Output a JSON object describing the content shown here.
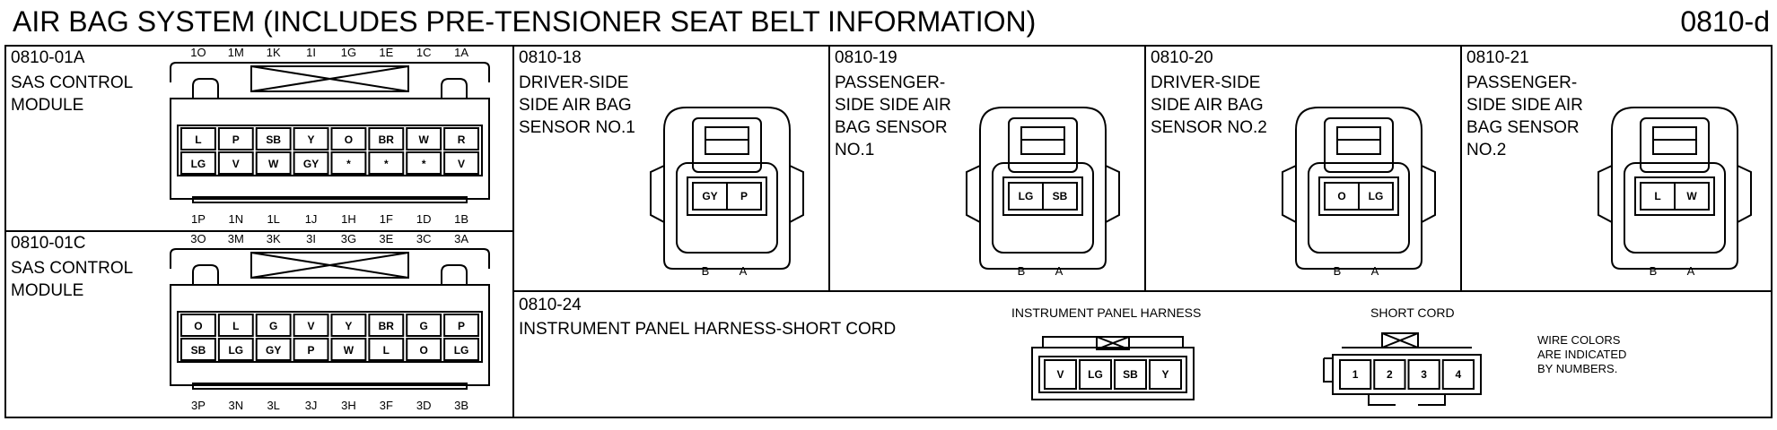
{
  "header": {
    "title": "AIR BAG SYSTEM (INCLUDES PRE-TENSIONER SEAT BELT INFORMATION)",
    "page_code": "0810-d"
  },
  "connectors": {
    "c01a": {
      "code": "0810-01A",
      "label": "SAS CONTROL\nMODULE",
      "top_pins": [
        "1O",
        "1M",
        "1K",
        "1I",
        "1G",
        "1E",
        "1C",
        "1A"
      ],
      "bottom_pins": [
        "1P",
        "1N",
        "1L",
        "1J",
        "1H",
        "1F",
        "1D",
        "1B"
      ],
      "row1": [
        "L",
        "P",
        "SB",
        "Y",
        "O",
        "BR",
        "W",
        "R"
      ],
      "row2": [
        "LG",
        "V",
        "W",
        "GY",
        "*",
        "*",
        "*",
        "V"
      ]
    },
    "c01c": {
      "code": "0810-01C",
      "label": "SAS CONTROL\nMODULE",
      "top_pins": [
        "3O",
        "3M",
        "3K",
        "3I",
        "3G",
        "3E",
        "3C",
        "3A"
      ],
      "bottom_pins": [
        "3P",
        "3N",
        "3L",
        "3J",
        "3H",
        "3F",
        "3D",
        "3B"
      ],
      "row1": [
        "O",
        "L",
        "G",
        "V",
        "Y",
        "BR",
        "G",
        "P"
      ],
      "row2": [
        "SB",
        "LG",
        "GY",
        "P",
        "W",
        "L",
        "O",
        "LG"
      ]
    },
    "c18": {
      "code": "0810-18",
      "label": "DRIVER-SIDE\nSIDE AIR BAG\nSENSOR NO.1",
      "wires": [
        "GY",
        "P"
      ],
      "pins": [
        "B",
        "A"
      ]
    },
    "c19": {
      "code": "0810-19",
      "label": "PASSENGER-\nSIDE SIDE AIR\nBAG SENSOR\nNO.1",
      "wires": [
        "LG",
        "SB"
      ],
      "pins": [
        "B",
        "A"
      ]
    },
    "c20": {
      "code": "0810-20",
      "label": "DRIVER-SIDE\nSIDE AIR BAG\nSENSOR NO.2",
      "wires": [
        "O",
        "LG"
      ],
      "pins": [
        "B",
        "A"
      ]
    },
    "c21": {
      "code": "0810-21",
      "label": "PASSENGER-\nSIDE SIDE AIR\nBAG SENSOR\nNO.2",
      "wires": [
        "L",
        "W"
      ],
      "pins": [
        "B",
        "A"
      ]
    },
    "c24": {
      "code": "0810-24",
      "label": "INSTRUMENT PANEL HARNESS-SHORT CORD",
      "harness_title": "INSTRUMENT PANEL HARNESS",
      "harness_wires": [
        "V",
        "LG",
        "SB",
        "Y"
      ],
      "short_title": "SHORT CORD",
      "short_pins": [
        "1",
        "2",
        "3",
        "4"
      ],
      "note": "WIRE COLORS\nARE INDICATED\nBY NUMBERS."
    }
  }
}
